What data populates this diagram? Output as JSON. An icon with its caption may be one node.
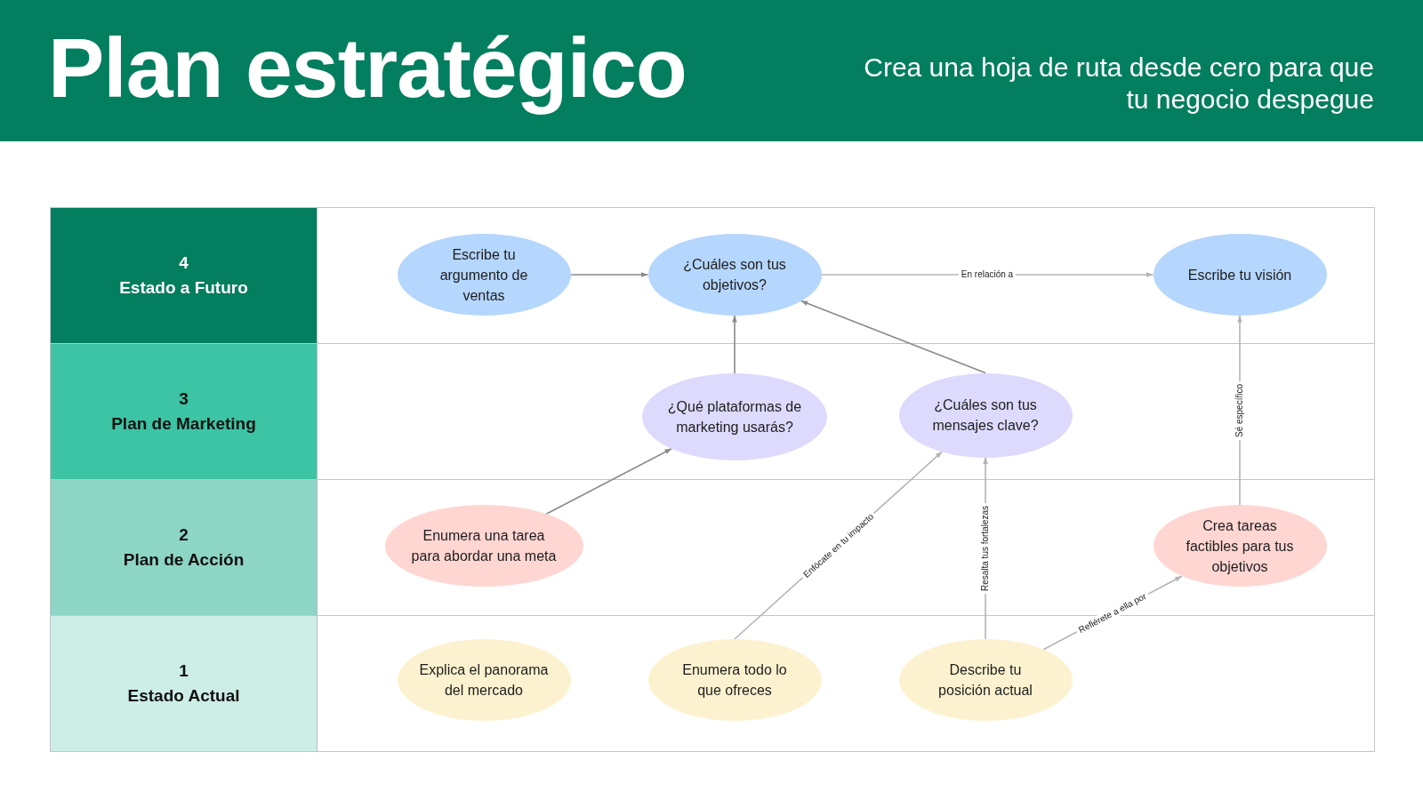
{
  "diagram": {
    "title": "Plan estratégico",
    "nodes": [
      {
        "text": [
          "4",
          "Estado a Futuro"
        ]
      },
      {
        "text": [
          "Escribe tu argumento de ventas"
        ],
        "in": 0
      },
      {
        "text": [
          "¿Cuáles son tus objetivos?"
        ],
        "in": 0
      },
      {
        "text": [
          "Escribe tu visión"
        ],
        "in": 0
      },
      {
        "text": [
          "3",
          "Plan de Marketing"
        ]
      },
      {
        "text": [
          "¿Qué plataformas de marketing usarás?"
        ],
        "in": 4
      },
      {
        "text": [
          "¿Cuáles son tus mensajes clave?"
        ],
        "in": 4
      },
      {
        "text": [
          "2",
          "Plan de Acción"
        ]
      },
      {
        "text": [
          "Enumera una tarea para abordar una meta"
        ],
        "in": 7
      },
      {
        "text": [
          "Crea tareas factibles para tus objetivos"
        ],
        "in": 7
      },
      {
        "text": [
          "1",
          "Estado Actual"
        ]
      },
      {
        "text": [
          "Explica el panorama del mercado"
        ],
        "in": 10
      },
      {
        "text": [
          "Enumera todo lo que ofreces"
        ],
        "in": 10
      },
      {
        "text": [
          "Describe tu posición actual"
        ],
        "in": 10
      }
    ],
    "edges": [
      {
        "from": 1,
        "to": 2,
        "arrow": "to",
        "color": "#8a8a8a"
      },
      {
        "from": 2,
        "to": 3,
        "arrow": "to",
        "label": "En relación a"
      },
      {
        "from": 5,
        "to": 2,
        "arrow": "to",
        "color": "#8a8a8a"
      },
      {
        "from": 6,
        "to": 2,
        "arrow": "to",
        "color": "#8a8a8a"
      },
      {
        "from": 8,
        "to": 5,
        "arrow": "to",
        "color": "#8a8a8a"
      },
      {
        "from": 12,
        "to": 6,
        "arrow": "to",
        "label": "Enfócate en tu impacto"
      },
      {
        "from": 13,
        "to": 6,
        "arrow": "to",
        "label": "Resalta tus fortalezas"
      },
      {
        "from": 13,
        "to": 9,
        "arrow": "to",
        "label": "Refiérete a ella por"
      },
      {
        "from": 9,
        "to": 3,
        "arrow": "to",
        "label": "Sé específico"
      }
    ],
    "labels": [
      "Crea una hoja de ruta desde cero para que tu negocio despegue"
    ]
  }
}
